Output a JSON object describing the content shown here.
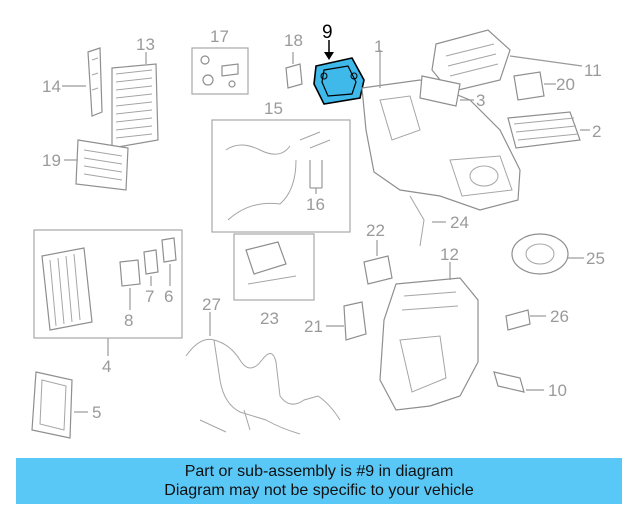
{
  "callouts": [
    "1",
    "2",
    "3",
    "4",
    "5",
    "6",
    "7",
    "8",
    "9",
    "10",
    "11",
    "12",
    "13",
    "14",
    "15",
    "16",
    "17",
    "18",
    "19",
    "20",
    "21",
    "22",
    "23",
    "24",
    "25",
    "26",
    "27"
  ],
  "highlighted_callout": "9",
  "colors": {
    "highlight_fill": "#3fb9ea",
    "banner_bg": "#5ac8f7",
    "callout_text": "#9a9a9a"
  },
  "banner": {
    "line1": "Part or sub-assembly is #9 in diagram",
    "line2": "Diagram may not be specific to your vehicle"
  }
}
